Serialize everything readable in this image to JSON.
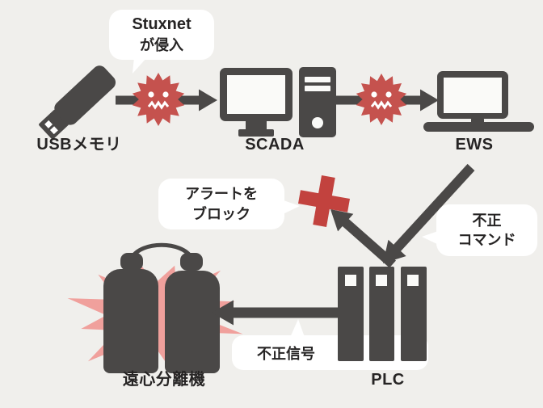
{
  "colors": {
    "background": "#f0efec",
    "dark_gray": "#4a4847",
    "virus_red": "#c5524e",
    "cross_red": "#c2423e",
    "burst_pink": "#f0a09c",
    "bubble_white": "#ffffff",
    "screen_white": "#fafaf8",
    "text": "#262424"
  },
  "nodes": {
    "usb": {
      "label": "USBメモリ"
    },
    "scada": {
      "label": "SCADA"
    },
    "ews": {
      "label": "EWS"
    },
    "plc": {
      "label": "PLC"
    },
    "centrifuge": {
      "label": "遠心分離機"
    }
  },
  "callouts": {
    "stuxnet": {
      "line1": "Stuxnet",
      "line2": "が侵入"
    },
    "alert_block": {
      "line1": "アラートを",
      "line2": "ブロック"
    },
    "unauthorized_command": {
      "line1": "不正",
      "line2": "コマンド"
    },
    "unauthorized_signal": {
      "text": "不正信号"
    }
  },
  "icons": {
    "usb": "usb-memory-icon",
    "virus": "malware-virus-icon",
    "scada": "desktop-computer-icon",
    "ews": "laptop-icon",
    "plc": "plc-controller-icon",
    "centrifuge": "centrifuge-cylinders-icon",
    "burst": "explosion-burst-icon",
    "cross": "block-cross-icon",
    "arrow": "flow-arrow-icon"
  }
}
